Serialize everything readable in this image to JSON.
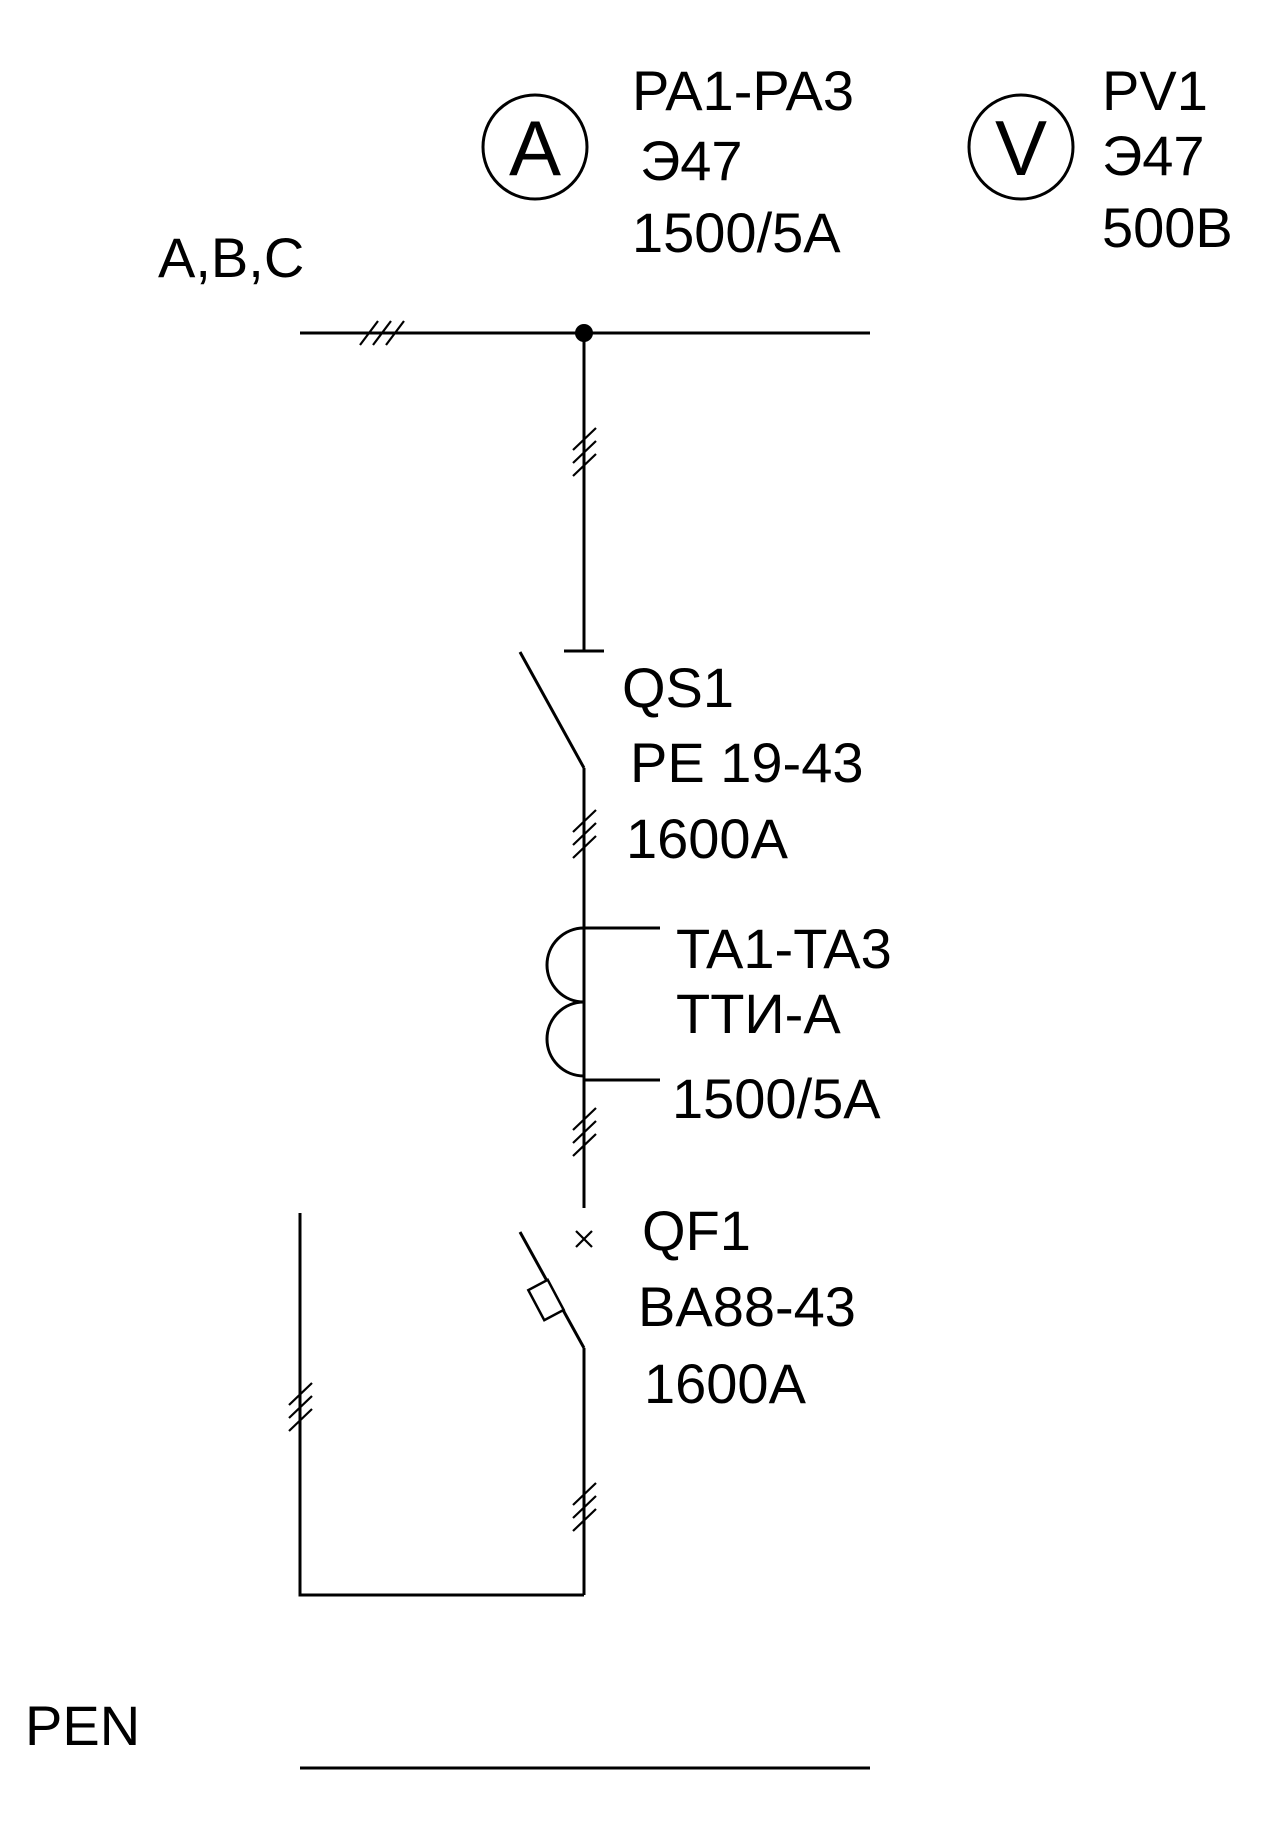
{
  "bus_top": {
    "label": "A,B,C"
  },
  "bus_bottom": {
    "label": "PEN"
  },
  "ammeter": {
    "glyph": "A",
    "lines": [
      "PA1-PA3",
      "Э47",
      "1500/5A"
    ]
  },
  "voltmeter": {
    "glyph": "V",
    "lines": [
      "PV1",
      "Э47",
      "500B"
    ]
  },
  "disconnector": {
    "lines": [
      "QS1",
      "PE 19-43",
      "1600A"
    ]
  },
  "current_transformer": {
    "lines": [
      "TA1-TA3",
      "TTИ-A",
      "1500/5A"
    ]
  },
  "breaker": {
    "lines": [
      "QF1",
      "BA88-43",
      "1600A"
    ]
  },
  "colors": {
    "line": "#000000",
    "background": "#ffffff"
  }
}
